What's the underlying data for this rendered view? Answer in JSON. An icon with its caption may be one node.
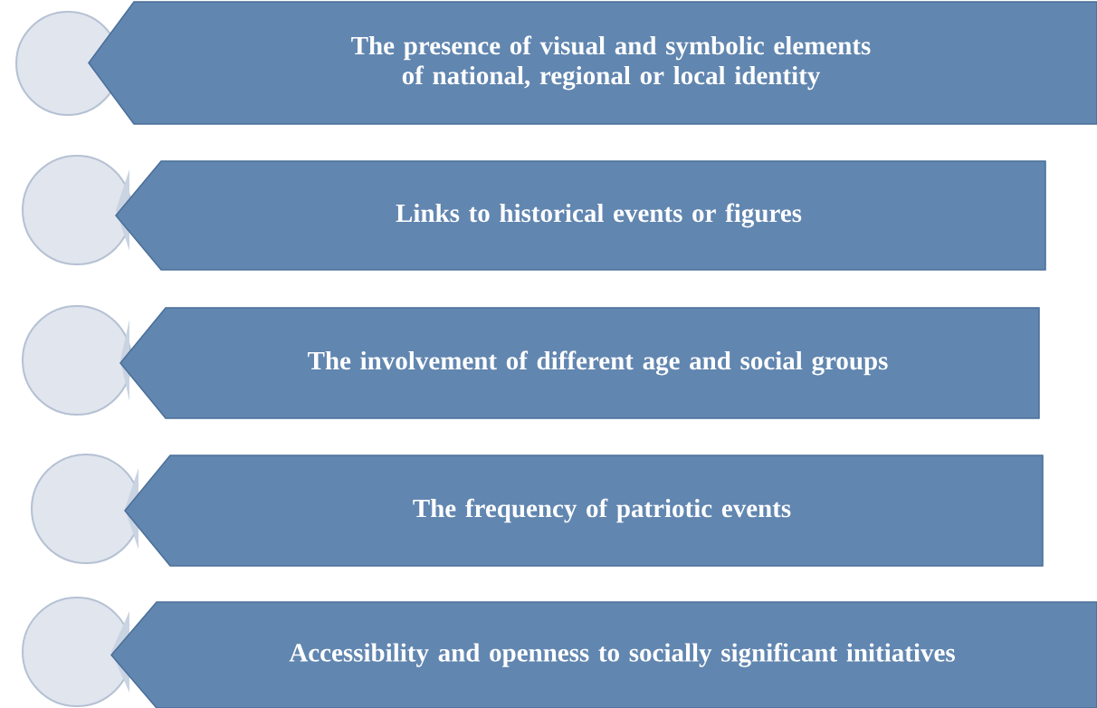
{
  "diagram": {
    "nodes": [
      {
        "text": [
          "The presence of visual and symbolic elements of national, regional or local identity"
        ]
      },
      {
        "text": [
          "Links to historical events or figures"
        ]
      },
      {
        "text": [
          "The involvement of different age and social groups"
        ]
      },
      {
        "text": [
          "The frequency of patriotic events"
        ]
      },
      {
        "text": [
          "Accessibility and openness to socially significant initiatives"
        ]
      }
    ]
  }
}
